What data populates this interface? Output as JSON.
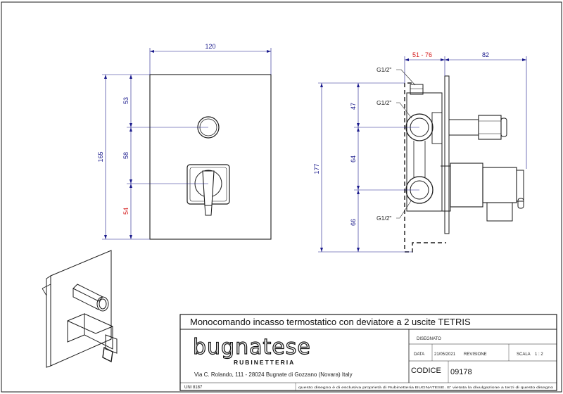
{
  "drawing": {
    "front_view": {
      "width_dim": "120",
      "height_dim": "165",
      "dim_top": "53",
      "dim_mid": "58",
      "dim_low": "54"
    },
    "side_view": {
      "depth_range": "51 - 76",
      "handle_projection": "82",
      "height_dim": "177",
      "dim_top": "47",
      "dim_mid": "64",
      "dim_low": "66",
      "connection_labels": [
        "G1/2\"",
        "G1/2\"",
        "G1/2\""
      ]
    }
  },
  "title_block": {
    "title": "Monocomando incasso termostatico con deviatore a 2 uscite TETRIS",
    "brand_name": "bugnatese",
    "brand_subtitle": "RUBINETTERIA",
    "address": "Via C. Rolando, 111 - 28024 Bugnate di Gozzano (Novara) Italy",
    "disegnato_label": "DISEGNATO",
    "data_label": "DATA",
    "data_value": "21/05/2021",
    "revisione_label": "REVISIONE",
    "scala_label": "SCALA",
    "scala_value": "1 : 2",
    "codice_label": "CODICE",
    "codice_value": "09178",
    "uni_label": "UNI 8187",
    "copyright_text": "questo disegno è di esclusiva proprietà di Rubinetteria BUGNATESE. E' vietata la divulgazione a terzi di questo disegno"
  },
  "colors": {
    "line": "#1a1a1a",
    "dimension": "#1a1a8c",
    "highlight_dim": "#d62020"
  }
}
